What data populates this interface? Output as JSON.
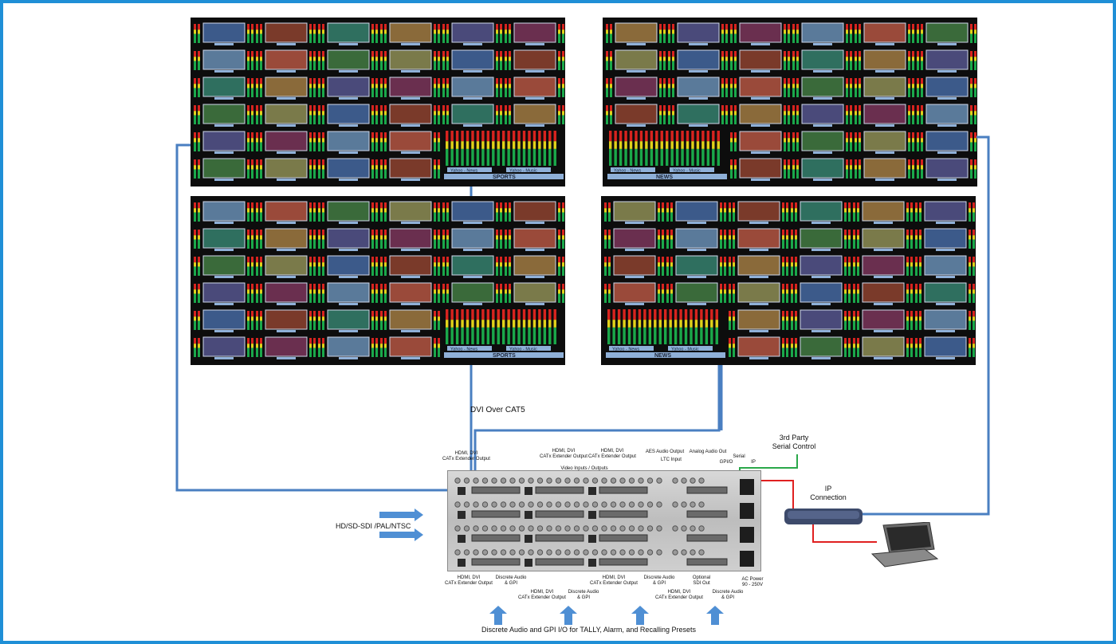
{
  "walls": [
    {
      "id": "wall-top-left",
      "label": "SPORTS",
      "meter_labels": [
        "Yahoo - News",
        "Yahoo - Music"
      ]
    },
    {
      "id": "wall-top-right",
      "label": "NEWS",
      "meter_labels": [
        "Yahoo - News",
        "Yahoo - Music"
      ]
    },
    {
      "id": "wall-bottom-left",
      "label": "SPORTS",
      "meter_labels": [
        "Yahoo - News",
        "Yahoo - Music"
      ]
    },
    {
      "id": "wall-bottom-right",
      "label": "NEWS",
      "meter_labels": [
        "Yahoo - News",
        "Yahoo - Music"
      ]
    }
  ],
  "labels": {
    "dvi_over_cat5": "DVI Over CAT5",
    "third_party_line1": "3rd Party",
    "third_party_line2": "Serial Control",
    "ip_conn_line1": "IP",
    "ip_conn_line2": "Connection",
    "hd_sdi": "HD/SD-SDI /PAL/NTSC",
    "footer": "Discrete Audio and GPI I/O for TALLY, Alarm, and Recalling Presets"
  },
  "top_labels": {
    "hdmi1_a": "HDMI, DVI",
    "hdmi1_b": "CATx Extender Output",
    "hdmi2_a": "HDMI, DVI",
    "hdmi2_b": "CATx Extender Output",
    "hdmi3_a": "HDMI, DVI",
    "hdmi3_b": "CATx Extender Output",
    "video_io": "Video Inputs / Outputs",
    "aes": "AES Audio Output",
    "analog": "Analog Audio Out",
    "ltc": "LTC Input",
    "gpio": "GPI/O",
    "serial": "Serial",
    "ip": "IP"
  },
  "bottom_labels": {
    "b1_a": "HDMI, DVI",
    "b1_b": "CATx Extender Output",
    "b2_a": "Discrete Audio",
    "b2_b": "& GPI",
    "b3_a": "HDMI, DVI",
    "b3_b": "CATx Extender Output",
    "b4_a": "Discrete Audio",
    "b4_b": "& GPI",
    "b5_a": "HDMI, DVI",
    "b5_b": "CATx Extender Output",
    "b6_a": "Discrete Audio",
    "b6_b": "& GPI",
    "b7_a": "Optional",
    "b7_b": "SDI Out",
    "b8_a": "HDMI, DVI",
    "b8_b": "CATx Extender Output",
    "b9_a": "Discrete Audio",
    "b9_b": "& GPI",
    "b10_a": "AC Power",
    "b10_b": "90 - 250V"
  },
  "colors": {
    "frame": "#1f8fd6",
    "cable": "#4a7fc1",
    "serial": "#2aa84a",
    "ip": "#e02020",
    "arrow": "#4f8fd4"
  }
}
